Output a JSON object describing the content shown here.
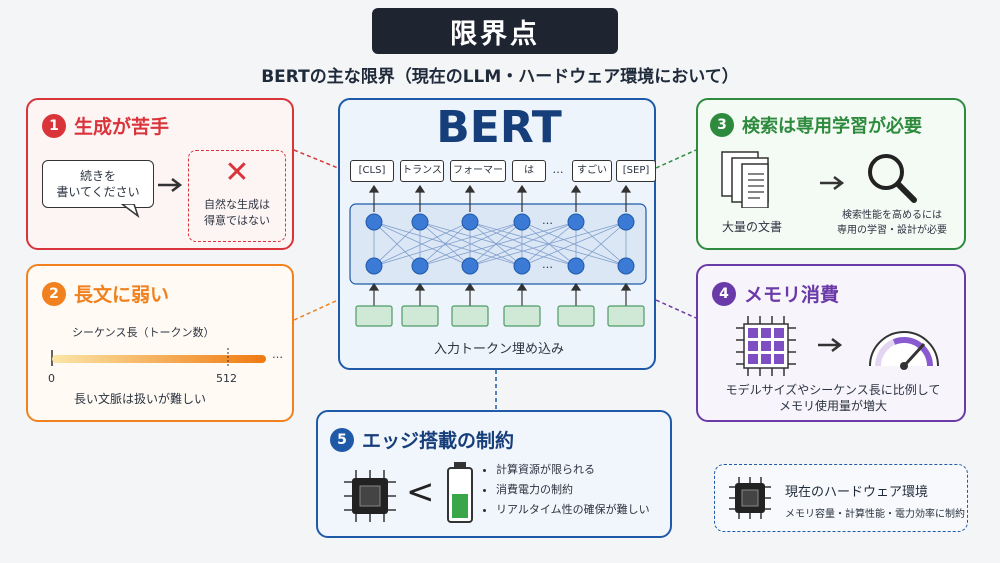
{
  "header": {
    "title": "限界点",
    "subtitle": "BERTの主な限界（現在のLLM・ハードウェア環境において）"
  },
  "bert": {
    "title": "BERT",
    "tokens": [
      "[CLS]",
      "トランス",
      "フォーマー",
      "は",
      "…",
      "すごい",
      "[SEP]"
    ],
    "ellipsis": "…",
    "embedding_label": "入力トークン埋め込み"
  },
  "card1": {
    "number": "1",
    "title": "生成が苦手",
    "bubble": "続きを\n書いてください",
    "cross": "✕",
    "result": "自然な生成は\n得意ではない",
    "color": "#d9343a"
  },
  "card2": {
    "number": "2",
    "title": "長文に弱い",
    "axis_title": "シーケンス長（トークン数）",
    "tick_start": "0",
    "tick_limit": "512",
    "ellipsis": "…",
    "caption": "長い文脈は扱いが難しい",
    "color": "#f0811e"
  },
  "card3": {
    "number": "3",
    "title": "検索は専用学習が必要",
    "docs_label": "大量の文書",
    "result": "検索性能を高めるには\n専用の学習・設計が必要",
    "color": "#2e8b3e"
  },
  "card4": {
    "number": "4",
    "title": "メモリ消費",
    "caption": "モデルサイズやシーケンス長に比例して\nメモリ使用量が増大",
    "color": "#6a3aa8"
  },
  "card5": {
    "number": "5",
    "title": "エッジ搭載の制約",
    "less_than": "<",
    "bullets": [
      "計算資源が限られる",
      "消費電力の制約",
      "リアルタイム性の確保が難しい"
    ],
    "color": "#1e5aa8"
  },
  "hardware": {
    "title": "現在のハードウェア環境",
    "detail": "メモリ容量・計算性能・電力効率に制約"
  }
}
